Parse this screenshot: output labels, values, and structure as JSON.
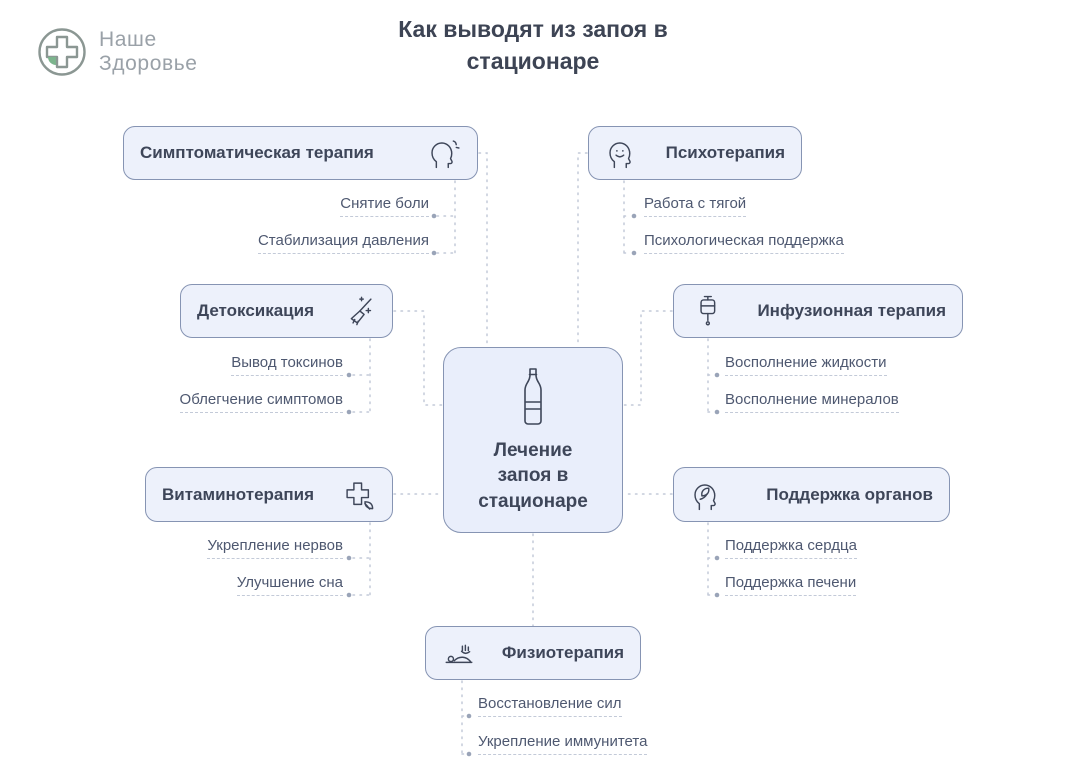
{
  "page": {
    "title": "Как выводят из запоя в стационаре"
  },
  "logo": {
    "line1": "Наше",
    "line2": "Здоровье"
  },
  "center": {
    "label": "Лечение запоя в стационаре",
    "icon": "bottle-icon"
  },
  "nodes": [
    {
      "label": "Симптоматическая терапия",
      "icon": "dizzy-head-icon",
      "items": [
        "Снятие боли",
        "Стабилизация давления"
      ]
    },
    {
      "label": "Психотерапия",
      "icon": "smiling-head-icon",
      "items": [
        "Работа с тягой",
        "Психологическая поддержка"
      ]
    },
    {
      "label": "Детоксикация",
      "icon": "broom-sparkles-icon",
      "items": [
        "Вывод токсинов",
        "Облегчение симптомов"
      ]
    },
    {
      "label": "Инфузионная терапия",
      "icon": "iv-drip-icon",
      "items": [
        "Восполнение жидкости",
        "Восполнение минералов"
      ]
    },
    {
      "label": "Витаминотерапия",
      "icon": "medical-cross-leaf-icon",
      "items": [
        "Укрепление нервов",
        "Улучшение сна"
      ]
    },
    {
      "label": "Поддержка органов",
      "icon": "head-leaf-icon",
      "items": [
        "Поддержка сердца",
        "Поддержка печени"
      ]
    },
    {
      "label": "Физиотерапия",
      "icon": "massage-icon",
      "items": [
        "Восстановление сил",
        "Укрепление иммунитета"
      ]
    }
  ],
  "colors": {
    "box_fill": "#edf1fb",
    "box_border": "#8694b3",
    "text_dark": "#3e4659",
    "text_sub": "#4e5870",
    "connector": "#c3cad8",
    "logo_green": "#7cb48d",
    "logo_gray": "#9aa1a8"
  }
}
